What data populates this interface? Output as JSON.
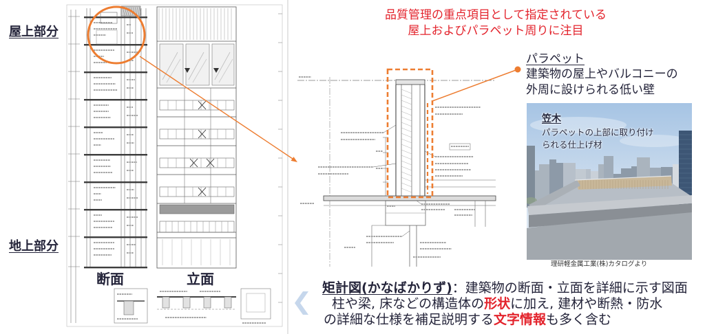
{
  "colors": {
    "text": "#24243a",
    "accent_red": "#e3232c",
    "highlight_orange": "#ed7d31",
    "chevron_tint": "#c6d7ec",
    "divider": "#c8c8c8"
  },
  "icons": {
    "pointer_chevron": "left-chevron-icon"
  },
  "left_panel": {
    "roof_label": "屋上部分",
    "ground_label": "地上部分",
    "section_label": "断面",
    "elevation_label": "立面"
  },
  "headline": {
    "line1": "品質管理の重点項目として指定されている",
    "line2": "屋上およびパラペット周りに注目"
  },
  "parapet_note": {
    "term": "パラペット",
    "desc_line1": "建築物の屋上やバルコニーの",
    "desc_line2": "外周に設けられる低い壁"
  },
  "photo": {
    "term": "笠木",
    "desc_line1": "パラペットの上部に取り付け",
    "desc_line2": "られる仕上げ材",
    "credit": "理研軽金属工業(株)カタログより"
  },
  "definition": {
    "term": "矩計図(かなばかりず)",
    "line1_rest": "：建築物の断面・立面を詳細に示す図面",
    "line2_before": "柱や梁, 床などの構造体の",
    "line2_highlight": "形状",
    "line2_after": "に加え, 建材や断熱・防水",
    "line3_before": "の詳細な仕様を補足説明する",
    "line3_highlight": "文字情報",
    "line3_after": "も多く含む"
  }
}
